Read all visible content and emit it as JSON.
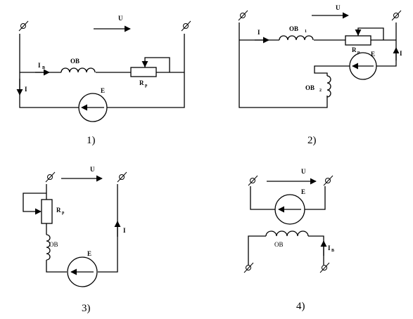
{
  "diagrams": [
    {
      "number": "1)",
      "labels": {
        "voltage": "U",
        "line_current": "I",
        "field_current": "I",
        "field_current_sub": "В",
        "winding": "ОВ",
        "rheostat": "R",
        "rheostat_sub": "р",
        "emf": "E"
      }
    },
    {
      "number": "2)",
      "labels": {
        "voltage": "U",
        "line_current": "I",
        "series_winding": "ОВ",
        "series_winding_sub": "1",
        "rheostat": "R",
        "rheostat_sub": "р",
        "emf": "E",
        "armature_current": "I",
        "shunt_winding": "ОВ",
        "shunt_winding_sub": "2"
      }
    },
    {
      "number": "3)",
      "labels": {
        "voltage": "U",
        "rheostat": "R",
        "rheostat_sub": "р",
        "winding": "ОВ",
        "emf": "E",
        "line_current": "I"
      }
    },
    {
      "number": "4)",
      "labels": {
        "voltage": "U",
        "emf": "E",
        "winding": "ОВ",
        "field_current": "I",
        "field_current_sub": "В"
      }
    }
  ]
}
